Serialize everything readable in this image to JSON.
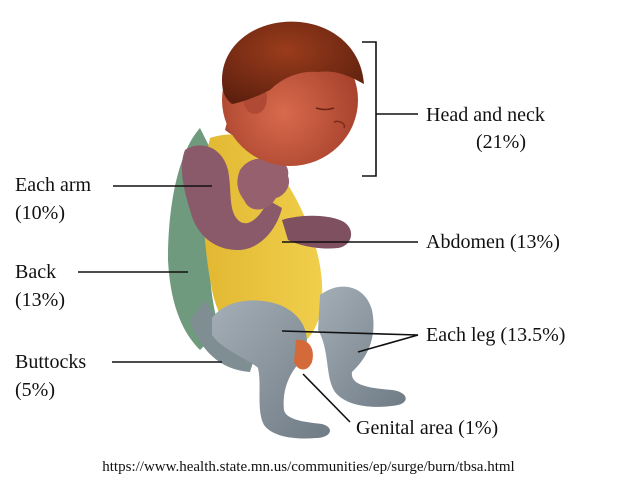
{
  "labels": {
    "head_neck": {
      "name": "Head and neck",
      "pct": "(21%)"
    },
    "each_arm": {
      "name": "Each arm",
      "pct": "(10%)"
    },
    "back": {
      "name": "Back",
      "pct": "(13%)"
    },
    "buttocks": {
      "name": "Buttocks",
      "pct": "(5%)"
    },
    "abdomen": "Abdomen (13%)",
    "each_leg": "Each leg (13.5%)",
    "genital": "Genital area (1%)"
  },
  "source_url": "https://www.health.state.mn.us/communities/ep/surge/burn/tbsa.html",
  "colors": {
    "hair": "#7a2e14",
    "skin_head": "#c85a40",
    "arm": "#8a5a6a",
    "abdomen": "#e8c23a",
    "back": "#6f9a7e",
    "legs": "#8e9aa4"
  }
}
